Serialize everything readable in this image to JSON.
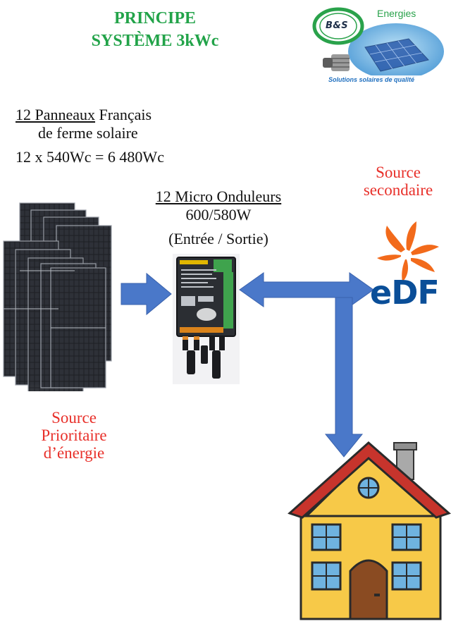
{
  "title": {
    "line1": "PRINCIPE",
    "line2": "SYSTÈME 3kWc"
  },
  "logo": {
    "brand": "B&S",
    "word": "Energies",
    "tagline": "Solutions solaires de qualité"
  },
  "panels": {
    "line1_underlined": "12 Panneaux",
    "line1_rest": " Français",
    "line2": "de ferme solaire",
    "line3": "12 x 540Wc = 6 480Wc"
  },
  "inverter": {
    "line1": "12 Micro Onduleurs",
    "line2": "600/580W",
    "line3": "(Entrée / Sortie)"
  },
  "source_secondary": {
    "line1": "Source",
    "line2": "secondaire"
  },
  "source_priority": {
    "line1": "Source",
    "line2": "Prioritaire",
    "line3": "d’énergie"
  },
  "edf": {
    "text": "eDF"
  },
  "colors": {
    "title_green": "#22a349",
    "source_red": "#e8302a",
    "arrow_blue": "#4a78c9",
    "edf_blue": "#0a4e98",
    "edf_orange": "#f26a1b",
    "house_yellow": "#f7c948",
    "roof_red": "#c7342c"
  }
}
